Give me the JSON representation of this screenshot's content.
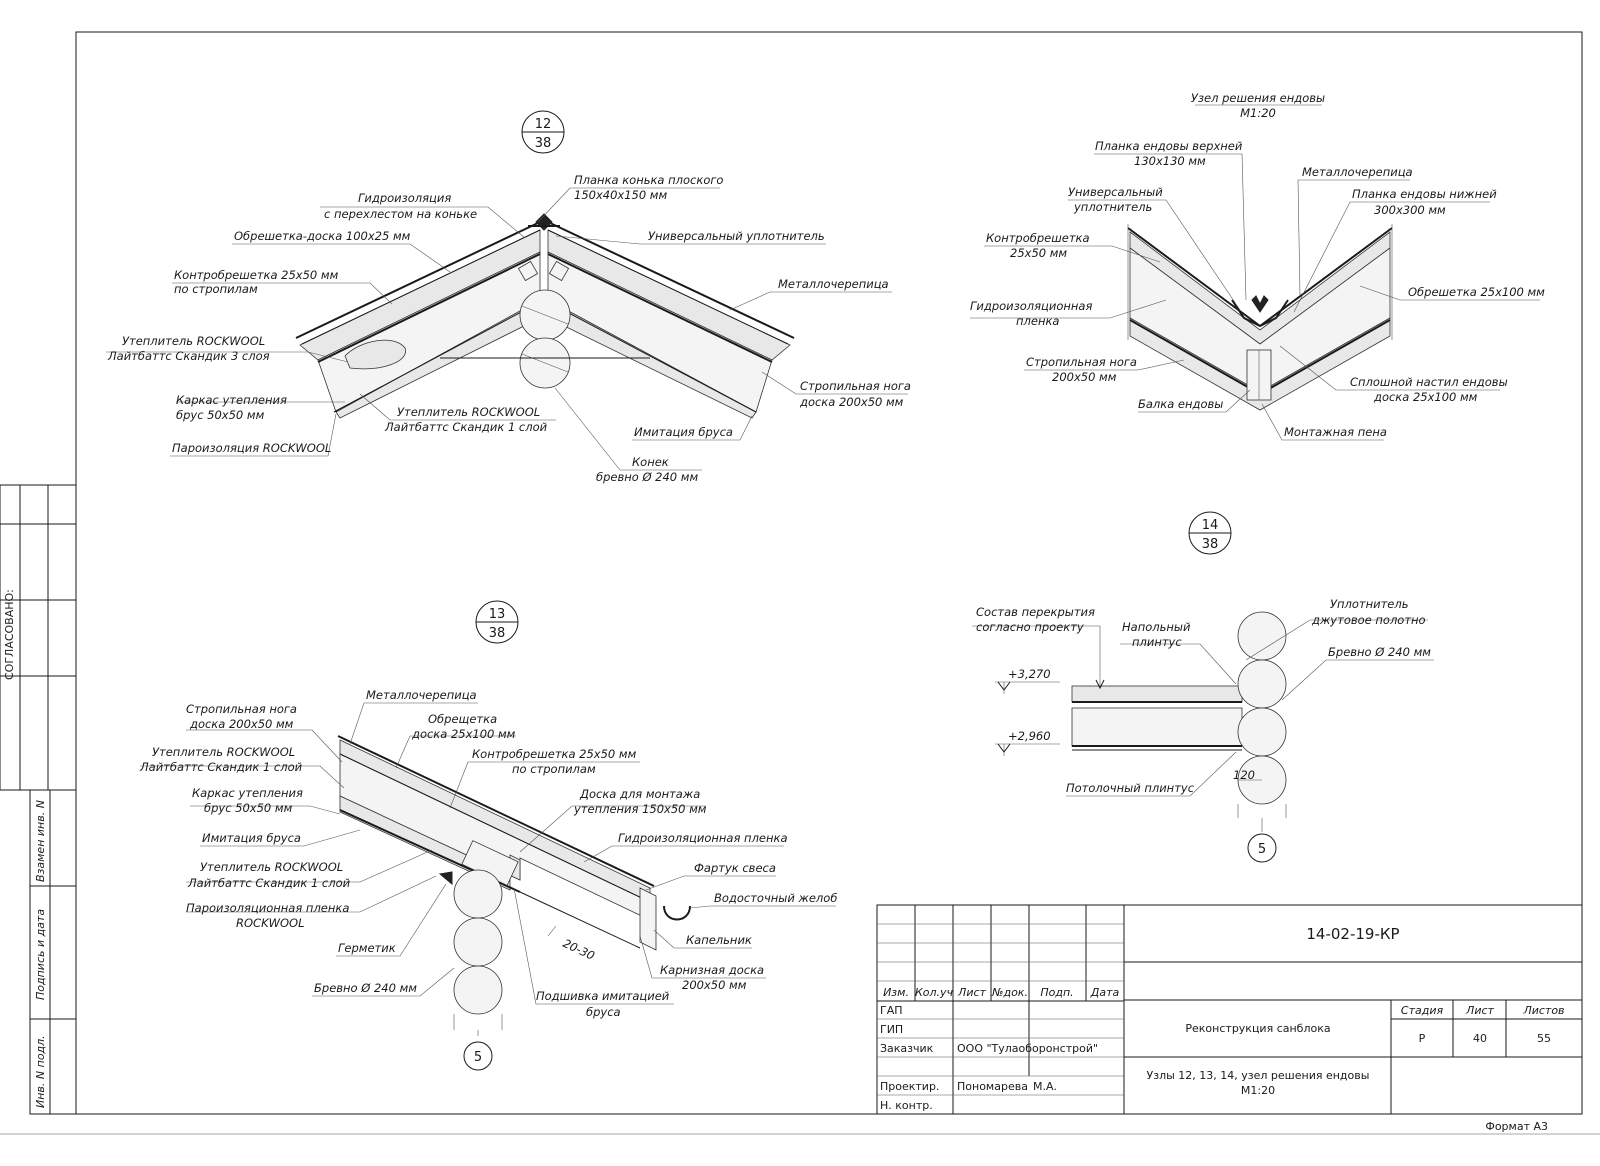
{
  "stamp": {
    "code": "14-02-19-КР",
    "project": "Реконструкция санблока",
    "sheet_title_1": "Узлы 12, 13, 14, узел решения ендовы",
    "sheet_title_2": "М1:20",
    "format": "Формат А3",
    "headers": [
      "Изм.",
      "Кол.уч",
      "Лист",
      "№док.",
      "Подп.",
      "Дата"
    ],
    "stage_header": "Стадия",
    "sheet_header": "Лист",
    "sheets_header": "Листов",
    "stage": "Р",
    "sheet": "40",
    "sheets": "55",
    "rows": [
      {
        "role": "ГАП",
        "name": "",
        "sig": ""
      },
      {
        "role": "ГИП",
        "name": "",
        "sig": ""
      },
      {
        "role": "Заказчик",
        "name": "ООО \"Тулаоборонстрой\"",
        "sig": ""
      },
      {
        "role": "",
        "name": "",
        "sig": ""
      },
      {
        "role": "Проектир.",
        "name": "Пономарева",
        "sig": "М.А."
      },
      {
        "role": "Н. контр.",
        "name": "",
        "sig": ""
      }
    ]
  },
  "side": {
    "agreed": "СОГЛАСОВАНО:",
    "replace": "Взамен инв. N",
    "sign_date": "Подпись и дата",
    "inv": "Инв. N подл."
  },
  "node12": {
    "mark_top": "12",
    "mark_bottom": "38",
    "labels": {
      "ridge_plank_1": "Планка конька плоского",
      "ridge_plank_2": "150х40х150 мм",
      "waterproof_1": "Гидроизоляция",
      "waterproof_2": "с перехлестом на коньке",
      "lathing": "Обрешетка-доска 100х25 мм",
      "universal_seal": "Универсальный уплотнитель",
      "counter_1": "Контробрешетка 25х50 мм",
      "counter_2": "по стропилам",
      "metal_tile": "Металлочерепица",
      "insul3_1": "Утеплитель ROCKWOOL",
      "insul3_2": "Лайтбаттс Скандик 3 слоя",
      "frame_1": "Каркас утепления",
      "frame_2": "брус 50х50 мм",
      "insul1_1": "Утеплитель ROCKWOOL",
      "insul1_2": "Лайтбаттс Скандик 1 слой",
      "rafter_1": "Стропильная нога",
      "rafter_2": "доска 200х50 мм",
      "imitation": "Имитация бруса",
      "vapor": "Пароизоляция ROCKWOOL",
      "ridge_1": "Конек",
      "ridge_2": "бревно Ø 240 мм"
    }
  },
  "valley": {
    "title": "Узел решения ендовы",
    "scale": "М1:20",
    "labels": {
      "top_plank_1": "Планка ендовы верхней",
      "top_plank_2": "130х130 мм",
      "metal_tile": "Металлочерепица",
      "seal_1": "Универсальный",
      "seal_2": "уплотнитель",
      "bottom_plank_1": "Планка ендовы нижней",
      "bottom_plank_2": "300х300 мм",
      "counter_1": "Контробрешетка",
      "counter_2": "25х50 мм",
      "lathing": "Обрешетка 25х100 мм",
      "film_1": "Гидроизоляционная",
      "film_2": "пленка",
      "rafter_1": "Стропильная нога",
      "rafter_2": "200х50 мм",
      "deck_1": "Сплошной настил ендовы",
      "deck_2": "доска 25х100 мм",
      "beam": "Балка ендовы",
      "foam": "Монтажная пена"
    }
  },
  "node13": {
    "mark_top": "13",
    "mark_bottom": "38",
    "axis": "5",
    "labels": {
      "metal_tile": "Металлочерепица",
      "rafter_1": "Стропильная нога",
      "rafter_2": "доска 200х50 мм",
      "lathing_1": "Обрещетка",
      "lathing_2": "доска 25х100 мм",
      "insul_1": "Утеплитель ROCKWOOL",
      "insul_2": "Лайтбаттс Скандик 1 слой",
      "counter_1": "Контробрешетка 25х50 мм",
      "counter_2": "по стропилам",
      "frame_1": "Каркас утепления",
      "frame_2": "брус 50х50 мм",
      "board_1": "Доска для монтажа",
      "board_2": "утепления 150х50 мм",
      "imitation": "Имитация бруса",
      "film": "Гидроизоляционная пленка",
      "insul2_1": "Утеплитель ROCKWOOL",
      "insul2_2": "Лайтбаттс Скандик 1 слой",
      "apron": "Фартук свеса",
      "vapor_1": "Пароизоляционная пленка",
      "vapor_2": "ROCKWOOL",
      "gutter": "Водосточный желоб",
      "sealant": "Герметик",
      "drip": "Капельник",
      "eave_1": "Карнизная доска",
      "eave_2": "200х50 мм",
      "log": "Бревно Ø 240 мм",
      "soffit_1": "Подшивка имитацией",
      "soffit_2": "бруса",
      "gap": "20-30"
    }
  },
  "node14": {
    "mark_top": "14",
    "mark_bottom": "38",
    "axis": "5",
    "labels": {
      "floor_1": "Состав перекрытия",
      "floor_2": "согласно проекту",
      "skirting_1": "Напольный",
      "skirting_2": "плинтус",
      "jute_1": "Уплотнитель",
      "jute_2": "джутовое полотно",
      "log": "Бревно Ø 240 мм",
      "ceil_plinth": "Потолочный плинтус",
      "level_top": "+3,270",
      "level_bottom": "+2,960",
      "dim": "120"
    }
  }
}
